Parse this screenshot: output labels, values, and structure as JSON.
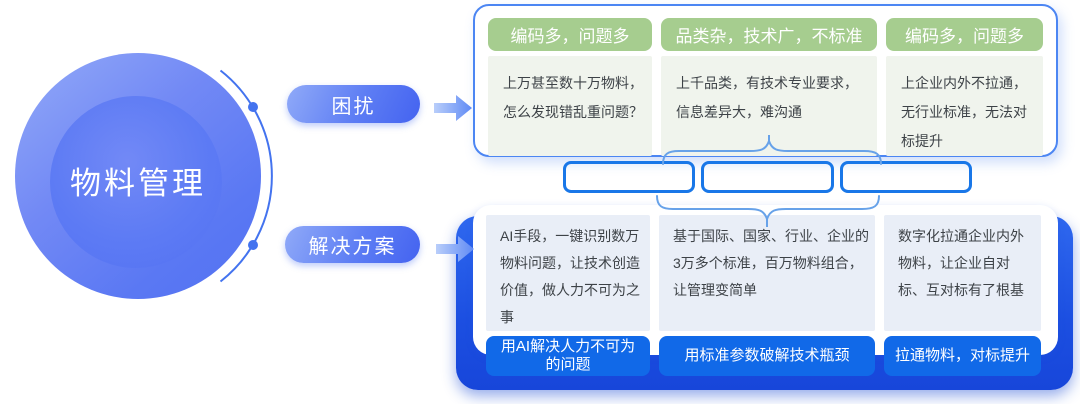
{
  "circle": {
    "label": "物料管理"
  },
  "pills": {
    "problems_label": "困扰",
    "solutions_label": "解决方案"
  },
  "problems": {
    "columns": [
      {
        "header": "编码多，问题多",
        "body": "上万甚至数十万物料，怎么发现错乱重问题？"
      },
      {
        "header": "品类杂，技术广，不标准",
        "body": "上千品类，有技术专业要求，信息差异大，难沟通"
      },
      {
        "header": "编码多，问题多",
        "body": "上企业内外不拉通，无行业标准，无法对标提升"
      }
    ]
  },
  "solutions": {
    "columns": [
      {
        "body": "AI手段，一键识别数万物料问题，让技术创造价值，做人力不可为之事",
        "button": "用AI解决人力不可为的问题"
      },
      {
        "body": "基于国际、国家、行业、企业的3万多个标准，百万物料组合，让管理变简单",
        "button": "用标准参数破解技术瓶颈"
      },
      {
        "body": "数字化拉通企业内外物料，让企业自对标、互对标有了根基",
        "button": "拉通物料，对标提升"
      }
    ]
  },
  "colors": {
    "circle_blue": "#5d7bf4",
    "pill_blue": "#5d7df4",
    "card_border_blue": "#4c86f3",
    "header_green": "#a6cd8f",
    "problem_body_bg": "#f0f4ed",
    "solution_body_bg": "#e9eef7",
    "button_blue": "#1169e8",
    "base_deep_blue": "#1c4fe1",
    "placeholder_border_blue": "#1977e8",
    "brace_blue": "#67a2e9",
    "text_dark": "#3d4247"
  }
}
